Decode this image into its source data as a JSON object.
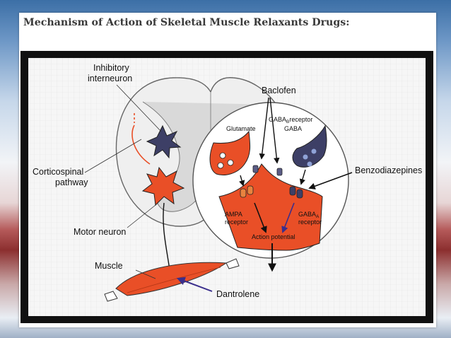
{
  "slide": {
    "title": "Mechanism of Action of Skeletal Muscle Relaxants Drugs:"
  },
  "diagram": {
    "labels": {
      "inhibitory_interneuron_line1": "Inhibitory",
      "inhibitory_interneuron_line2": "interneuron",
      "corticospinal_line1": "Corticospinal",
      "corticospinal_line2": "pathway",
      "motor_neuron": "Motor neuron",
      "muscle": "Muscle",
      "baclofen": "Baclofen",
      "dantrolene": "Dantrolene",
      "benzodiazepines": "Benzodiazepines",
      "glutamate": "Glutamate",
      "gaba_b_receptor_pre": "GABA",
      "gaba_b_receptor_sub": "B",
      "gaba_b_receptor_post": "receptor",
      "gaba": "GABA",
      "ampa_line1": "AMPA",
      "ampa_line2": "receptor",
      "gaba_a_pre": "GABA",
      "gaba_a_sub": "A",
      "gaba_a_line2": "receptor",
      "action_potential": "Action potential"
    },
    "colors": {
      "neuron_orange": "#e94f27",
      "neuron_dark": "#3d3f66",
      "drug_arrow": "#3a2e8c",
      "grey_matter": "#d9d9d9",
      "cord_fill": "#efefef",
      "panel_bg": "#f6f6f6"
    }
  }
}
